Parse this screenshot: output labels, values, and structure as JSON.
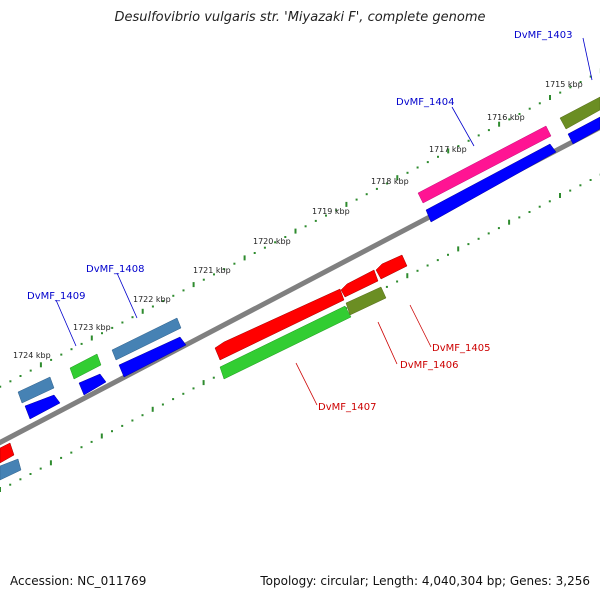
{
  "title": "Desulfovibrio vulgaris str. 'Miyazaki F', complete genome",
  "footer": {
    "accession": "Accession: NC_011769",
    "summary": "Topology: circular; Length: 4,040,304 bp; Genes: 3,256"
  },
  "scale": {
    "ticks": [
      {
        "label": "1715 kbp"
      },
      {
        "label": "1716 kbp"
      },
      {
        "label": "1717 kbp"
      },
      {
        "label": "1718 kbp"
      },
      {
        "label": "1719 kbp"
      },
      {
        "label": "1720 kbp"
      },
      {
        "label": "1721 kbp"
      },
      {
        "label": "1722 kbp"
      },
      {
        "label": "1723 kbp"
      },
      {
        "label": "1724 kbp"
      }
    ]
  },
  "genes": {
    "forward": [
      {
        "name": "DvMF_1403",
        "color": "#6b8e23"
      },
      {
        "name": "DvMF_1404",
        "color": "#ff1493"
      },
      {
        "name": "DvMF_1408",
        "color": "#4682b4"
      },
      {
        "name": "DvMF_1409",
        "color": "#32cd32"
      }
    ],
    "reverse": [
      {
        "name": "DvMF_1405",
        "color": "#ff0000"
      },
      {
        "name": "DvMF_1406",
        "color": "#6b8e23"
      },
      {
        "name": "DvMF_1407",
        "color": "#32cd32"
      }
    ]
  },
  "colors": {
    "cds": "#0000ff",
    "backbone": "#808080",
    "tick": "#2e8b2e",
    "forward_label": "#0000cc",
    "reverse_label": "#cc0000"
  }
}
